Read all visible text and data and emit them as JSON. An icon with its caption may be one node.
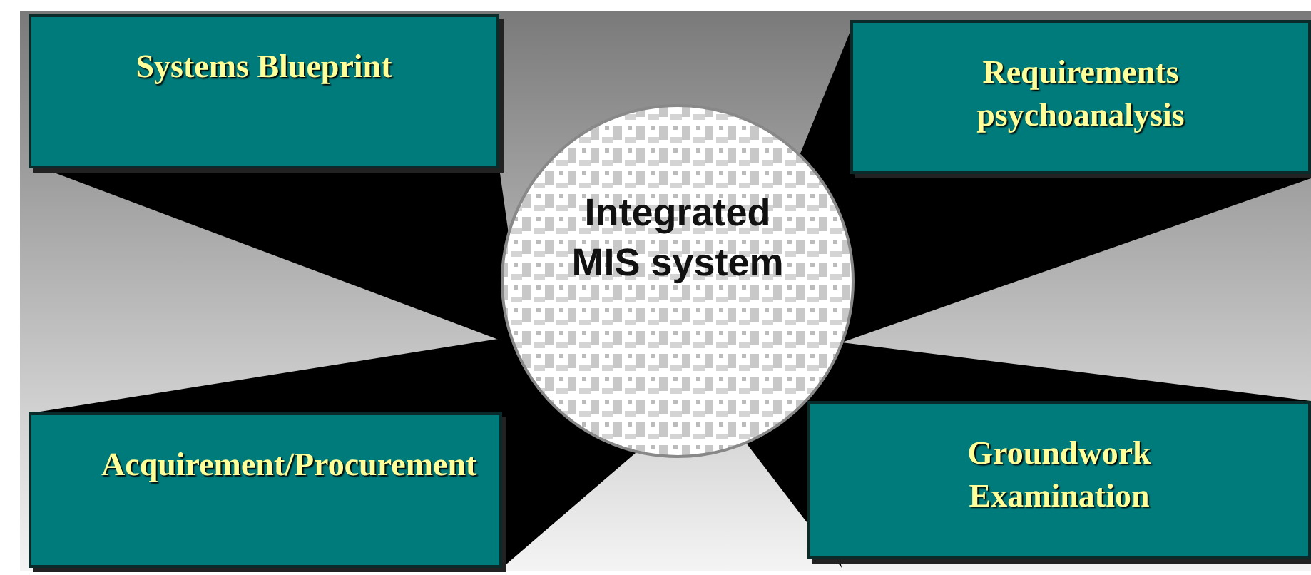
{
  "diagram": {
    "nodes": [
      {
        "text": [
          "Systems Blueprint"
        ]
      },
      {
        "text": [
          "Requirements psychoanalysis"
        ]
      },
      {
        "text": [
          "Integrated MIS system"
        ]
      },
      {
        "text": [
          "Acquirement/Procurement"
        ]
      },
      {
        "text": [
          "Groundwork Examination"
        ]
      }
    ],
    "edges": [
      {
        "from": 2,
        "to": 0,
        "arrow": "none",
        "style": "thick"
      },
      {
        "from": 2,
        "to": 1,
        "arrow": "none",
        "style": "thick"
      },
      {
        "from": 2,
        "to": 3,
        "arrow": "none",
        "style": "thick"
      },
      {
        "from": 2,
        "to": 4,
        "arrow": "none",
        "style": "thick"
      }
    ]
  }
}
